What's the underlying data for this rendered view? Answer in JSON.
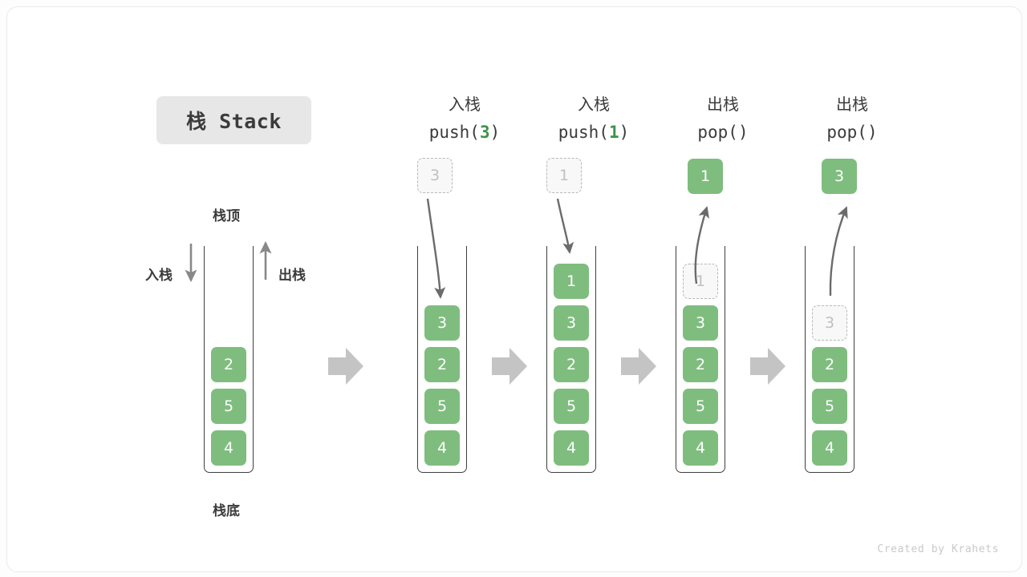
{
  "title_badge": "栈 Stack",
  "labels": {
    "top": "栈顶",
    "bottom": "栈底",
    "push_side": "入栈",
    "pop_side": "出栈"
  },
  "colors": {
    "cell_green": "#7fbd7f",
    "arg_green": "#3e9349",
    "ghost_fill": "#f8f8f8",
    "ghost_border": "#b8b8b8",
    "container_border": "#3f3f3f",
    "transition_arrow": "#c4c4c4",
    "badge_bg": "#e7e7e8",
    "text": "#3b3b3b"
  },
  "columns": [
    {
      "id": "initial",
      "header_cn": "",
      "header_code_prefix": "",
      "header_code_arg": "",
      "header_code_suffix": "",
      "cells": [
        "2",
        "5",
        "4"
      ],
      "ghost_index": -1,
      "float_cell": null
    },
    {
      "id": "push-3",
      "header_cn": "入栈",
      "header_code_prefix": "push(",
      "header_code_arg": "3",
      "header_code_suffix": ")",
      "cells": [
        "3",
        "2",
        "5",
        "4"
      ],
      "ghost_index": -1,
      "float_cell": {
        "value": "3",
        "style": "ghost",
        "arrow": "down"
      }
    },
    {
      "id": "push-1",
      "header_cn": "入栈",
      "header_code_prefix": "push(",
      "header_code_arg": "1",
      "header_code_suffix": ")",
      "cells": [
        "1",
        "3",
        "2",
        "5",
        "4"
      ],
      "ghost_index": -1,
      "float_cell": {
        "value": "1",
        "style": "ghost",
        "arrow": "down"
      }
    },
    {
      "id": "pop-1",
      "header_cn": "出栈",
      "header_code_prefix": "pop(",
      "header_code_arg": "",
      "header_code_suffix": ")",
      "cells": [
        "1",
        "3",
        "2",
        "5",
        "4"
      ],
      "ghost_index": 0,
      "float_cell": {
        "value": "1",
        "style": "filled",
        "arrow": "up"
      }
    },
    {
      "id": "pop-3",
      "header_cn": "出栈",
      "header_code_prefix": "pop(",
      "header_code_arg": "",
      "header_code_suffix": ")",
      "cells": [
        "3",
        "2",
        "5",
        "4"
      ],
      "ghost_index": 0,
      "float_cell": {
        "value": "3",
        "style": "filled",
        "arrow": "up"
      }
    }
  ],
  "credit": "Created by Krahets"
}
